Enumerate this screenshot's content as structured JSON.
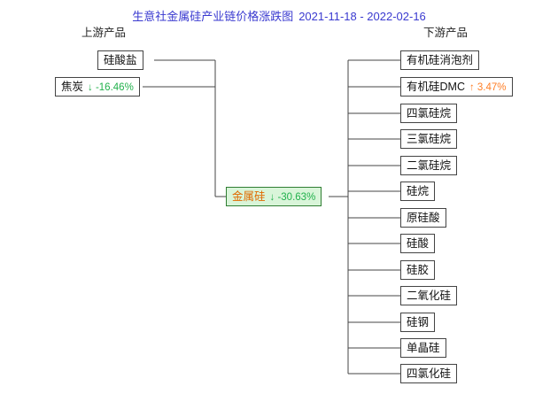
{
  "title": {
    "text": "生意社金属硅产业链价格涨跌图",
    "dates": "2021-11-18 - 2022-02-16"
  },
  "columns": {
    "upstream": "上游产品",
    "downstream": "下游产品"
  },
  "center": {
    "label": "金属硅",
    "change": "↓ -30.63%",
    "direction": "down"
  },
  "upstream_nodes": [
    {
      "label": "硅酸盐",
      "change": "",
      "direction": "none"
    },
    {
      "label": "焦炭",
      "change": "↓ -16.46%",
      "direction": "down"
    }
  ],
  "downstream_nodes": [
    {
      "label": "有机硅消泡剂",
      "change": "",
      "direction": "none"
    },
    {
      "label": "有机硅DMC",
      "change": "↑ 3.47%",
      "direction": "up"
    },
    {
      "label": "四氯硅烷",
      "change": "",
      "direction": "none"
    },
    {
      "label": "三氯硅烷",
      "change": "",
      "direction": "none"
    },
    {
      "label": "二氯硅烷",
      "change": "",
      "direction": "none"
    },
    {
      "label": "硅烷",
      "change": "",
      "direction": "none"
    },
    {
      "label": "原硅酸",
      "change": "",
      "direction": "none"
    },
    {
      "label": "硅酸",
      "change": "",
      "direction": "none"
    },
    {
      "label": "硅胶",
      "change": "",
      "direction": "none"
    },
    {
      "label": "二氧化硅",
      "change": "",
      "direction": "none"
    },
    {
      "label": "硅钢",
      "change": "",
      "direction": "none"
    },
    {
      "label": "单晶硅",
      "change": "",
      "direction": "none"
    },
    {
      "label": "四氯化硅",
      "change": "",
      "direction": "none"
    }
  ],
  "colors": {
    "title": "#3a3ad0",
    "down": "#22b14c",
    "up": "#ff7f27",
    "highlight_bg": "#d9f5d9",
    "border": "#444444"
  }
}
